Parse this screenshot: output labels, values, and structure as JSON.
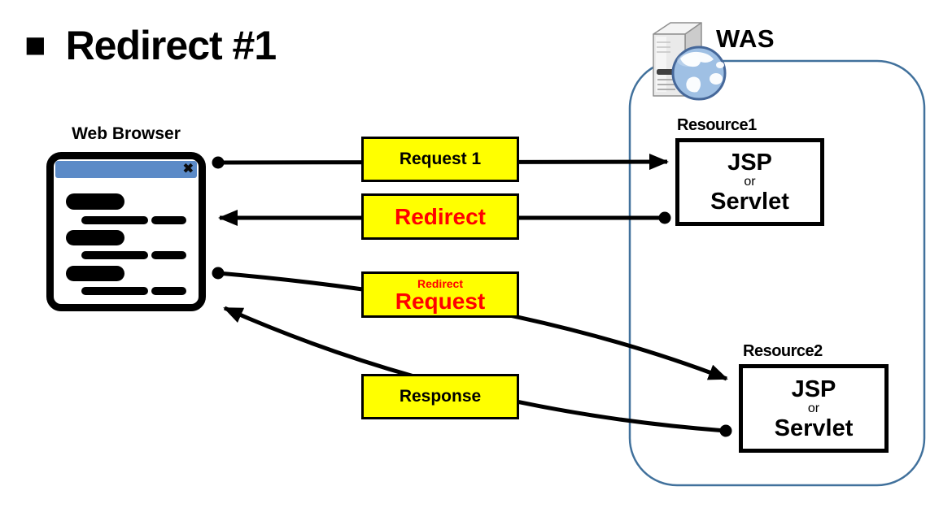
{
  "title": {
    "bullet": "■",
    "text": "Redirect #1"
  },
  "client": {
    "label": "Web Browser",
    "close_icon": "✖"
  },
  "server": {
    "label": "WAS"
  },
  "resource1": {
    "label": "Resource1",
    "tech_top": "JSP",
    "tech_mid": "or",
    "tech_bottom": "Servlet"
  },
  "resource2": {
    "label": "Resource2",
    "tech_top": "JSP",
    "tech_mid": "or",
    "tech_bottom": "Servlet"
  },
  "arrows": {
    "request1": {
      "label": "Request 1"
    },
    "redirect": {
      "label": "Redirect"
    },
    "redirect_request": {
      "label_sub": "Redirect",
      "label": "Request"
    },
    "response": {
      "label": "Response"
    }
  },
  "colors": {
    "highlight_box": "#ffff00",
    "redirect_text": "#ff0000",
    "arrow": "#000000",
    "was_border": "#41719c",
    "browser_titlebar": "#5b8ac7"
  }
}
